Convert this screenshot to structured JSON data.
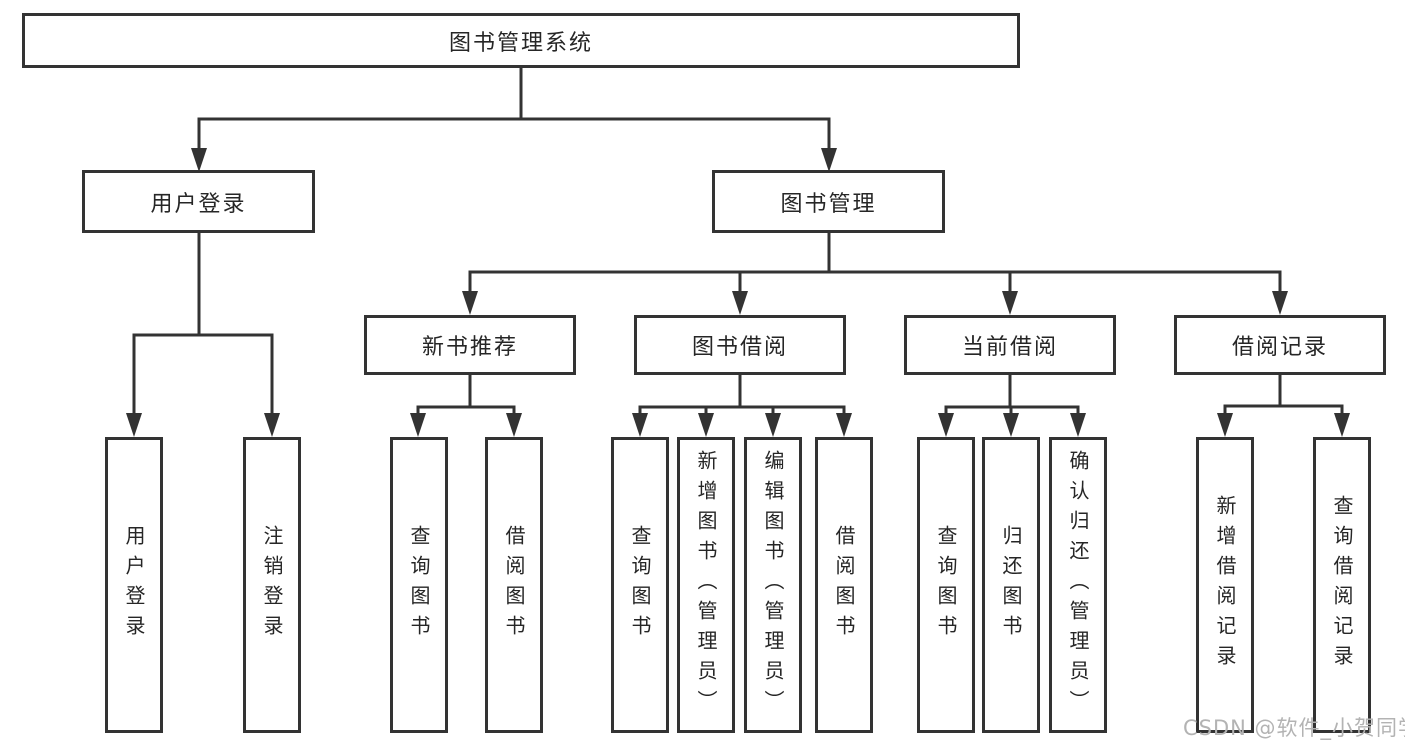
{
  "tree": {
    "root": "图书管理系统",
    "branches": [
      {
        "label": "用户登录",
        "children": [
          "用户登录",
          "注销登录"
        ]
      },
      {
        "label": "图书管理",
        "groups": [
          {
            "label": "新书推荐",
            "children": [
              "查询图书",
              "借阅图书"
            ]
          },
          {
            "label": "图书借阅",
            "children": [
              "查询图书",
              "新增图书（管理员）",
              "编辑图书（管理员）",
              "借阅图书"
            ]
          },
          {
            "label": "当前借阅",
            "children": [
              "查询图书",
              "归还图书",
              "确认归还（管理员）"
            ]
          },
          {
            "label": "借阅记录",
            "children": [
              "新增借阅记录",
              "查询借阅记录"
            ]
          }
        ]
      }
    ]
  },
  "watermark": {
    "text": "CSDN @软件_小贺同学"
  },
  "colors": {
    "line": "#333333",
    "box_border": "#333333",
    "box_fill": "#ffffff",
    "text": "#262626",
    "watermark": "#b3b3b3",
    "background": "#ffffff"
  }
}
